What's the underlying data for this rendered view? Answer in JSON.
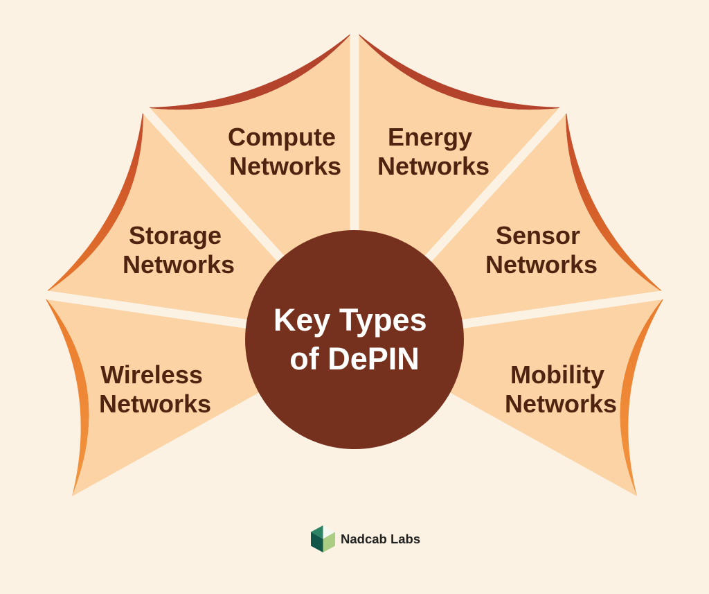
{
  "title": {
    "line1": "Key Types",
    "line2": "of DePIN"
  },
  "petals": [
    {
      "name": "compute",
      "label_line1": "Compute",
      "label_line2": "Networks"
    },
    {
      "name": "energy",
      "label_line1": "Energy",
      "label_line2": "Networks"
    },
    {
      "name": "storage",
      "label_line1": "Storage",
      "label_line2": "Networks"
    },
    {
      "name": "sensor",
      "label_line1": "Sensor",
      "label_line2": "Networks"
    },
    {
      "name": "wireless",
      "label_line1": "Wireless",
      "label_line2": "Networks"
    },
    {
      "name": "mobility",
      "label_line1": "Mobility",
      "label_line2": "Networks"
    }
  ],
  "footer": {
    "brand": "Nadcab Labs",
    "logo_icon": "cube-hexagon-icon"
  },
  "colors": {
    "background": "#fcf2e3",
    "petal_fill": "#fbd3a4",
    "circle_fill": "#76301e",
    "label_text": "#4e2410",
    "title_text": "#ffffff",
    "accent_red": "#b4432c",
    "accent_red_orange_top": "#c24729",
    "accent_red_orange_bottom": "#e97a2c",
    "accent_orange_top": "#e97a2c",
    "accent_orange_bottom": "#f3953f",
    "logo_teal": "#2d8465",
    "logo_dark_teal": "#115649",
    "logo_light_green": "#a9cd82",
    "logo_white_facet": "#f5f8f1",
    "brand_text": "#1f2220"
  }
}
